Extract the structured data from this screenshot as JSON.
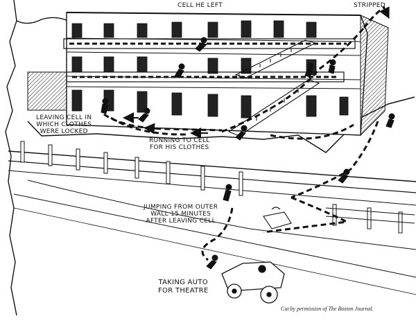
{
  "illustration": {
    "labels": {
      "cell_he_left": "CELL HE LEFT",
      "stripped": "STRIPPED",
      "leaving_cell": "LEAVING CELL IN\nWHICH CLOTHES\nWERE LOCKED",
      "running_to_cell": "RUNNING TO CELL\nFOR HIS CLOTHES",
      "jumping": "JUMPING FROM OUTER\nWALL 15 MINUTES\nAFTER LEAVING CELL",
      "taking_auto": "TAKING AUTO\nFOR THEATRE"
    },
    "credit": "Cut by permission of The Boston Journal."
  }
}
